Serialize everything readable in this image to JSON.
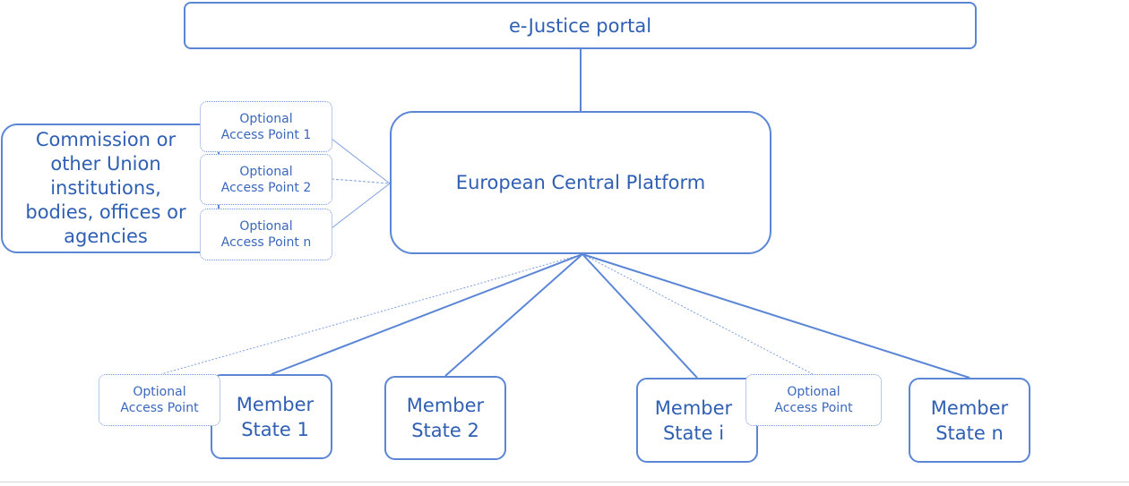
{
  "portal": {
    "label": "e-Justice portal"
  },
  "platform": {
    "label": "European Central Platform"
  },
  "union_bodies": {
    "label": "Commission or other Union institutions, bodies, offices or agencies"
  },
  "optional_access_points_union": [
    {
      "line1": "Optional",
      "line2": "Access Point 1"
    },
    {
      "line1": "Optional",
      "line2": "Access Point 2"
    },
    {
      "line1": "Optional",
      "line2": "Access Point n"
    }
  ],
  "member_states": [
    {
      "line1": "Member",
      "line2": "State 1"
    },
    {
      "line1": "Member",
      "line2": "State 2"
    },
    {
      "line1": "Member",
      "line2": "State i"
    },
    {
      "line1": "Member",
      "line2": "State n"
    }
  ],
  "optional_access_points_member": [
    {
      "line1": "Optional",
      "line2": "Access Point"
    },
    {
      "line1": "Optional",
      "line2": "Access Point"
    }
  ],
  "colors": {
    "stroke": "#5b86d6",
    "text": "#2f5fb3",
    "dotted": "#6f95dc"
  }
}
